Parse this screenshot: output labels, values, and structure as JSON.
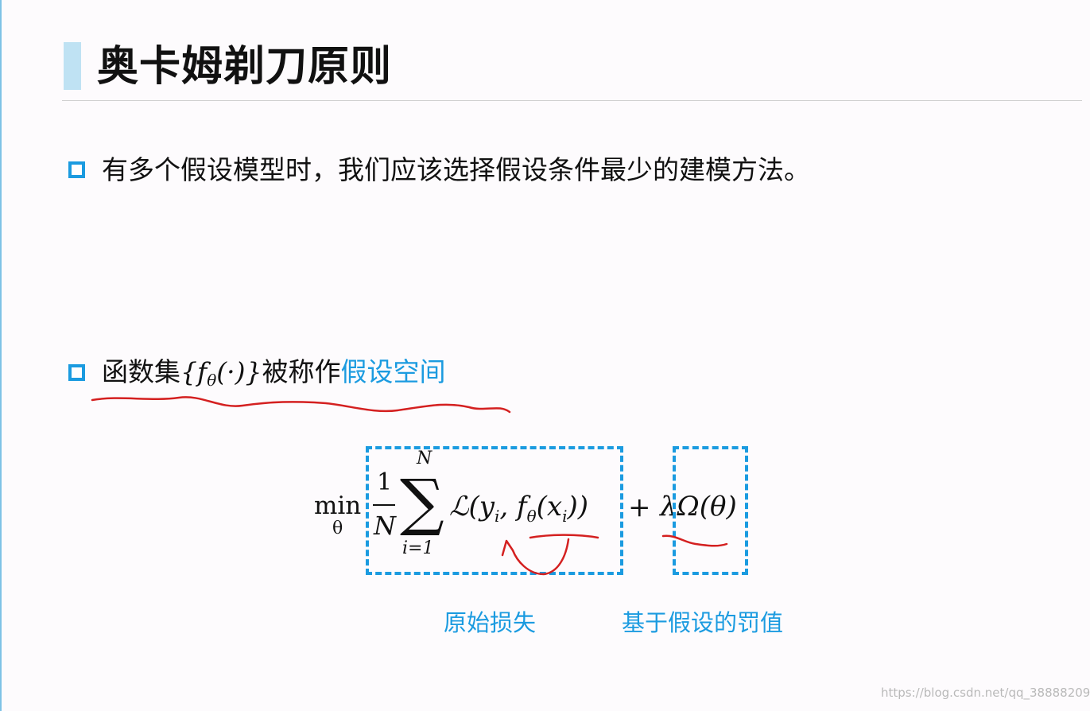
{
  "title": "奥卡姆剃刀原则",
  "bullets": [
    {
      "text": "有多个假设模型时，我们应该选择假设条件最少的建模方法。"
    },
    {
      "prefix": "函数集",
      "set_open": "{",
      "set_f": "f",
      "set_sub": "θ",
      "set_arg": "(·)",
      "set_close": "}",
      "mid": "被称作",
      "highlight": "假设空间"
    }
  ],
  "formula": {
    "min": "min",
    "min_sub": "θ",
    "frac_num": "1",
    "frac_den": "N",
    "sum_symbol": "∑",
    "sum_upper": "N",
    "sum_lower": "i=1",
    "loss_part1": "ℒ(y",
    "loss_sub1": "i",
    "loss_part2": ", f",
    "loss_sub2": "θ",
    "loss_part3": "(x",
    "loss_sub3": "i",
    "loss_part4": "))",
    "plus": "+",
    "regularizer": "λΩ(θ)"
  },
  "captions": {
    "loss": "原始损失",
    "penalty": "基于假设的罚值"
  },
  "watermark": "https://blog.csdn.net/qq_38888209",
  "colors": {
    "accent": "#1b9be0",
    "title_bar": "#bfe2f3",
    "annotation": "#d42020"
  }
}
